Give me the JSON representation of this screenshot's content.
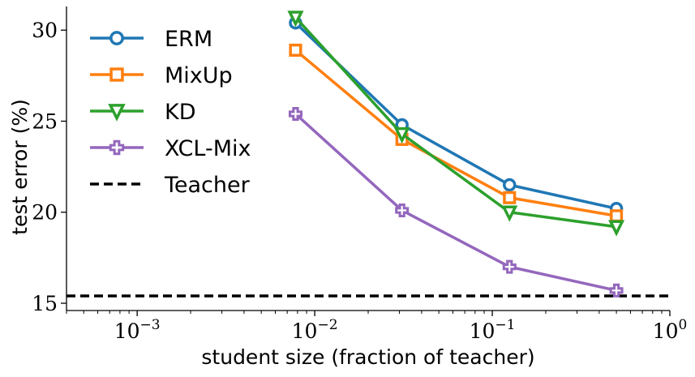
{
  "chart_data": {
    "type": "line",
    "title": "",
    "xlabel": "student size (fraction of teacher)",
    "ylabel": "test error (%)",
    "xscale": "log",
    "xlim": [
      0.0004,
      1
    ],
    "ylim": [
      14.6,
      31.3
    ],
    "x": [
      0.0078,
      0.031,
      0.125,
      0.5
    ],
    "xticks": [
      {
        "value": 0.001,
        "base": "10",
        "exp": "−3"
      },
      {
        "value": 0.01,
        "base": "10",
        "exp": "−2"
      },
      {
        "value": 0.1,
        "base": "10",
        "exp": "−1"
      },
      {
        "value": 1,
        "base": "10",
        "exp": "0"
      }
    ],
    "yticks": [
      {
        "value": 15,
        "label": "15"
      },
      {
        "value": 20,
        "label": "20"
      },
      {
        "value": 25,
        "label": "25"
      },
      {
        "value": 30,
        "label": "30"
      }
    ],
    "series": [
      {
        "name": "ERM",
        "color": "#1f77b4",
        "marker": "circle",
        "values": [
          30.4,
          24.8,
          21.5,
          20.2
        ]
      },
      {
        "name": "MixUp",
        "color": "#ff7f0e",
        "marker": "square",
        "values": [
          28.9,
          24.0,
          20.8,
          19.8
        ]
      },
      {
        "name": "KD",
        "color": "#2ca02c",
        "marker": "triangle-down",
        "values": [
          30.7,
          24.3,
          20.0,
          19.2
        ]
      },
      {
        "name": "XCL-Mix",
        "color": "#9467bd",
        "marker": "plus",
        "values": [
          25.4,
          20.1,
          17.0,
          15.7
        ]
      }
    ],
    "reference_lines": [
      {
        "name": "Teacher",
        "color": "#000000",
        "style": "dashed",
        "y": 15.4
      }
    ],
    "grid": false,
    "legend": "top-left"
  }
}
